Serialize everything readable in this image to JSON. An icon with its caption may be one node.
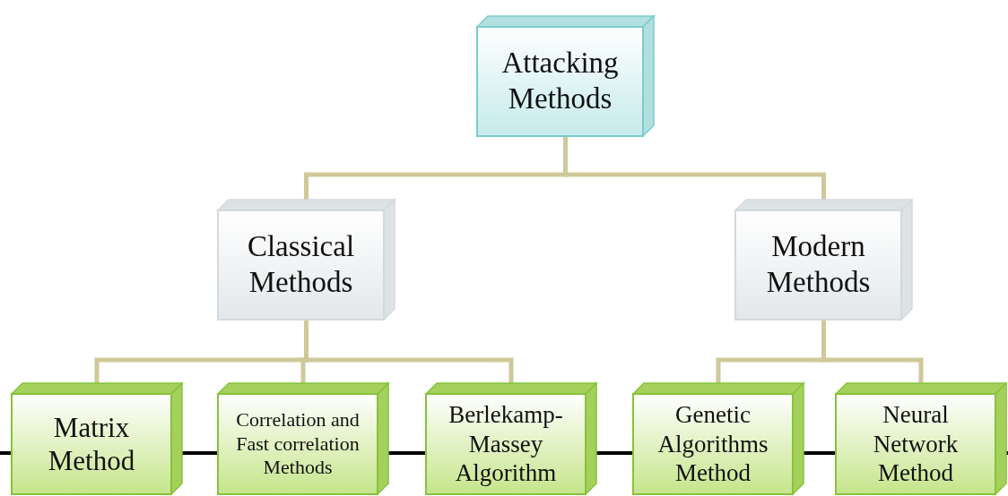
{
  "diagram": {
    "nodes": [
      {
        "text": [
          "Attacking Methods"
        ]
      },
      {
        "text": [
          "Classical Methods"
        ]
      },
      {
        "text": [
          "Modern Methods"
        ]
      },
      {
        "text": [
          "Matrix Method"
        ]
      },
      {
        "text": [
          "Correlation and Fast correlation Methods"
        ]
      },
      {
        "text": [
          "Berlekamp-Massey Algorithm"
        ]
      },
      {
        "text": [
          "Genetic Algorithms Method"
        ]
      },
      {
        "text": [
          "Neural Network Method"
        ]
      }
    ],
    "edges": [
      {
        "from": 0,
        "to": 1,
        "arrow": "none"
      },
      {
        "from": 0,
        "to": 2,
        "arrow": "none"
      },
      {
        "from": 1,
        "to": 3,
        "arrow": "none"
      },
      {
        "from": 1,
        "to": 4,
        "arrow": "none"
      },
      {
        "from": 1,
        "to": 5,
        "arrow": "none"
      },
      {
        "from": 2,
        "to": 6,
        "arrow": "none"
      },
      {
        "from": 2,
        "to": 7,
        "arrow": "none"
      }
    ]
  }
}
